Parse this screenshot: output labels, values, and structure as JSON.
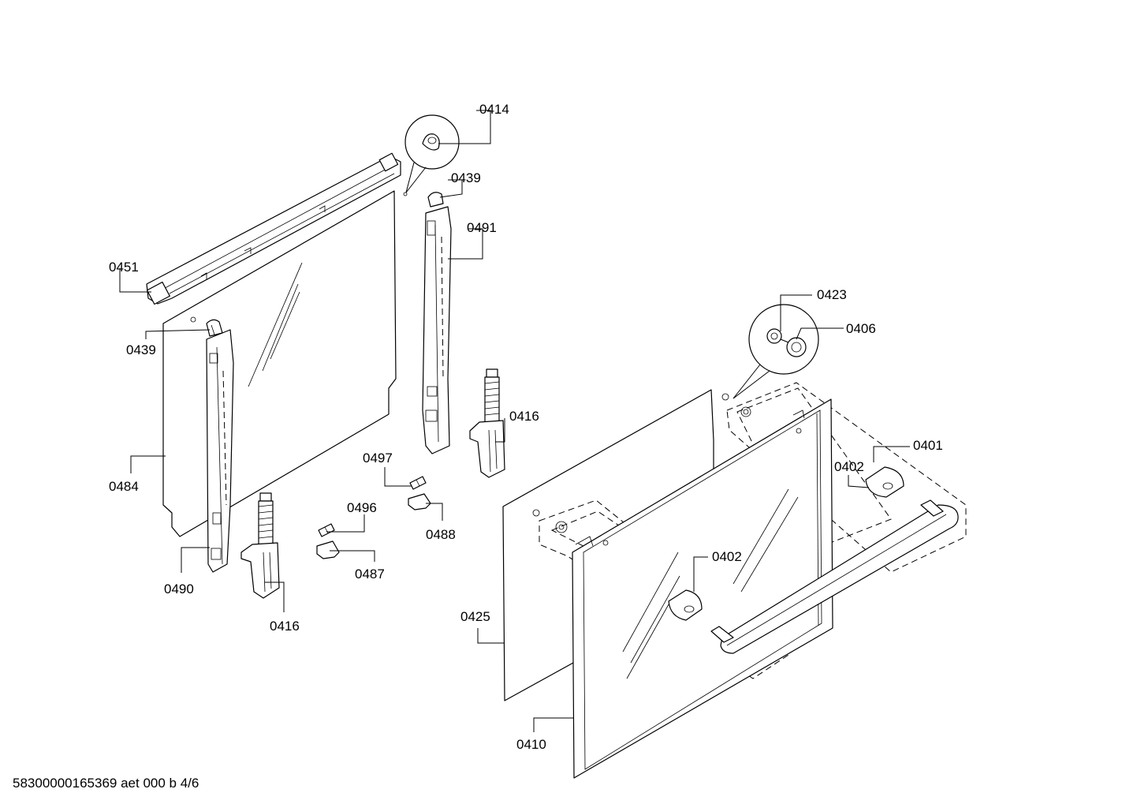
{
  "labels": {
    "l0414": "0414",
    "l0439a": "0439",
    "l0491": "0491",
    "l0451": "0451",
    "l0439b": "0439",
    "l0484": "0484",
    "l0490": "0490",
    "l0416a": "0416",
    "l0416b": "0416",
    "l0497": "0497",
    "l0496": "0496",
    "l0488": "0488",
    "l0487": "0487",
    "l0423": "0423",
    "l0406": "0406",
    "l0401": "0401",
    "l0402a": "0402",
    "l0402b": "0402",
    "l0425": "0425",
    "l0410": "0410"
  },
  "footer": "58300000165369 aet 000 b 4/6"
}
